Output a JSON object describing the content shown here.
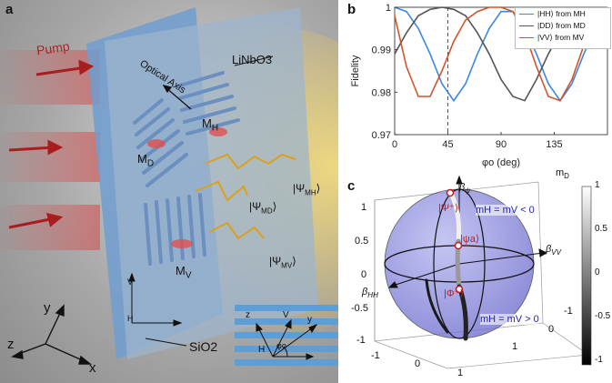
{
  "panel_a": {
    "label": "a",
    "pump": "Pump",
    "crystal": "LiNbO3",
    "optical_axis": "Optical Axis",
    "mh": "M",
    "mh_sub": "H",
    "md": "M",
    "md_sub": "D",
    "mv": "M",
    "mv_sub": "V",
    "psi_mh": "|Ψ",
    "psi_mh_sub": "MH",
    "psi_md": "|Ψ",
    "psi_md_sub": "MD",
    "psi_mv": "|Ψ",
    "psi_mv_sub": "MV",
    "substrate": "SiO2",
    "ax_x": "x",
    "ax_y": "y",
    "ax_z": "z",
    "small_v": "V",
    "small_h": "H",
    "inset_z": "z",
    "inset_v": "V",
    "inset_y": "y",
    "inset_h": "H",
    "inset_phi": "φo",
    "colors": {
      "pump": "#c0201e",
      "slab": "#6f9ed0",
      "beam": "#e8c04a"
    }
  },
  "panel_b": {
    "label": "b",
    "chart_data": {
      "type": "line",
      "xlabel": "φo (deg)",
      "ylabel": "Fidelity",
      "xlim": [
        0,
        180
      ],
      "ylim": [
        0.97,
        1.0
      ],
      "xticks": [
        "0",
        "45",
        "90",
        "135"
      ],
      "yticks": [
        "0.97",
        "0.98",
        "0.99",
        "1"
      ],
      "vline_x": 45,
      "series": [
        {
          "name": "|HH⟩ from MH",
          "color": "#3b87e0",
          "x": [
            0,
            10,
            20,
            30,
            40,
            50,
            60,
            70,
            80,
            90,
            100,
            110,
            120,
            130,
            140,
            150,
            160,
            170,
            180
          ],
          "y": [
            1.0,
            0.999,
            0.995,
            0.989,
            0.982,
            0.978,
            0.982,
            0.989,
            0.995,
            0.999,
            0.999,
            0.995,
            0.989,
            0.982,
            0.978,
            0.982,
            0.989,
            0.995,
            1.0
          ]
        },
        {
          "name": "|DD⟩ from MD",
          "color": "#555555",
          "x": [
            0,
            10,
            20,
            30,
            40,
            50,
            60,
            70,
            80,
            90,
            100,
            110,
            120,
            130,
            140,
            150,
            160,
            170,
            180
          ],
          "y": [
            0.989,
            0.994,
            0.998,
            0.9995,
            1.0,
            0.9995,
            0.998,
            0.994,
            0.989,
            0.983,
            0.979,
            0.978,
            0.983,
            0.989,
            0.994,
            0.998,
            0.9995,
            0.998,
            0.994
          ]
        },
        {
          "name": "|VV⟩ from MV",
          "color": "#d2542a",
          "x": [
            0,
            10,
            20,
            30,
            40,
            50,
            60,
            70,
            80,
            90,
            100,
            110,
            120,
            130,
            140,
            150,
            160,
            170,
            180
          ],
          "y": [
            0.998,
            0.986,
            0.979,
            0.979,
            0.985,
            0.992,
            0.997,
            0.999,
            1.0,
            1.0,
            0.999,
            0.994,
            0.986,
            0.979,
            0.978,
            0.983,
            0.991,
            0.997,
            1.0
          ]
        }
      ],
      "grid": false
    }
  },
  "panel_c": {
    "label": "c",
    "beta_psi": "β",
    "beta_psi_sub": "ψ",
    "beta_hh": "β",
    "beta_hh_sub": "HH",
    "beta_vv": "β",
    "beta_vv_sub": "VV",
    "ket_psi_plus": "|Ψ⁺⟩",
    "ket_psi_a": "|ψa⟩",
    "ket_phi_plus": "|Φ⁺⟩",
    "cond_lt": "mH = mV < 0",
    "cond_gt": "mH = mV > 0",
    "z_ticks": [
      "1",
      "0.5",
      "0",
      "-0.5",
      "-1"
    ],
    "x_ticks": [
      "-1",
      "0",
      "1"
    ],
    "y_ticks": [
      "1",
      "0",
      "-1"
    ],
    "colorbar_title": "m",
    "colorbar_sub": "D",
    "colorbar_ticks": [
      "1",
      "0.5",
      "0",
      "-0.5",
      "-1"
    ],
    "sphere_color": "#7f7fd8"
  }
}
